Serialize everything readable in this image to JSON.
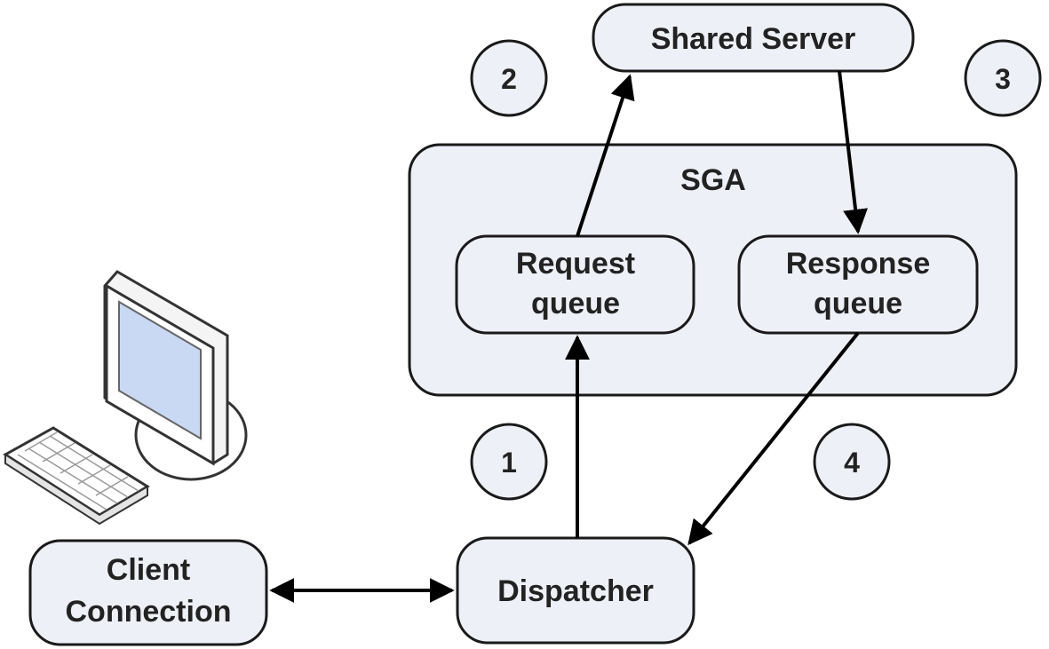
{
  "colors": {
    "box_fill": "#eef0f7",
    "box_stroke": "#1a1a1a",
    "arrow": "#000000",
    "monitor_screen": "#c9d8f3",
    "monitor_body": "#ffffff"
  },
  "nodes": {
    "shared_server": {
      "label": "Shared Server"
    },
    "sga": {
      "label": "SGA"
    },
    "request_queue": {
      "line1": "Request",
      "line2": "queue"
    },
    "response_queue": {
      "line1": "Response",
      "line2": "queue"
    },
    "dispatcher": {
      "label": "Dispatcher"
    },
    "client_connection": {
      "line1": "Client",
      "line2": "Connection"
    }
  },
  "steps": {
    "step1": "1",
    "step2": "2",
    "step3": "3",
    "step4": "4"
  },
  "icons": {
    "computer": "desktop-computer-icon"
  },
  "edges": [
    {
      "from": "dispatcher",
      "to": "request_queue",
      "step": "1"
    },
    {
      "from": "request_queue",
      "to": "shared_server",
      "step": "2"
    },
    {
      "from": "shared_server",
      "to": "response_queue",
      "step": "3"
    },
    {
      "from": "response_queue",
      "to": "dispatcher",
      "step": "4"
    },
    {
      "from": "client_connection",
      "to": "dispatcher",
      "bidirectional": true
    }
  ]
}
